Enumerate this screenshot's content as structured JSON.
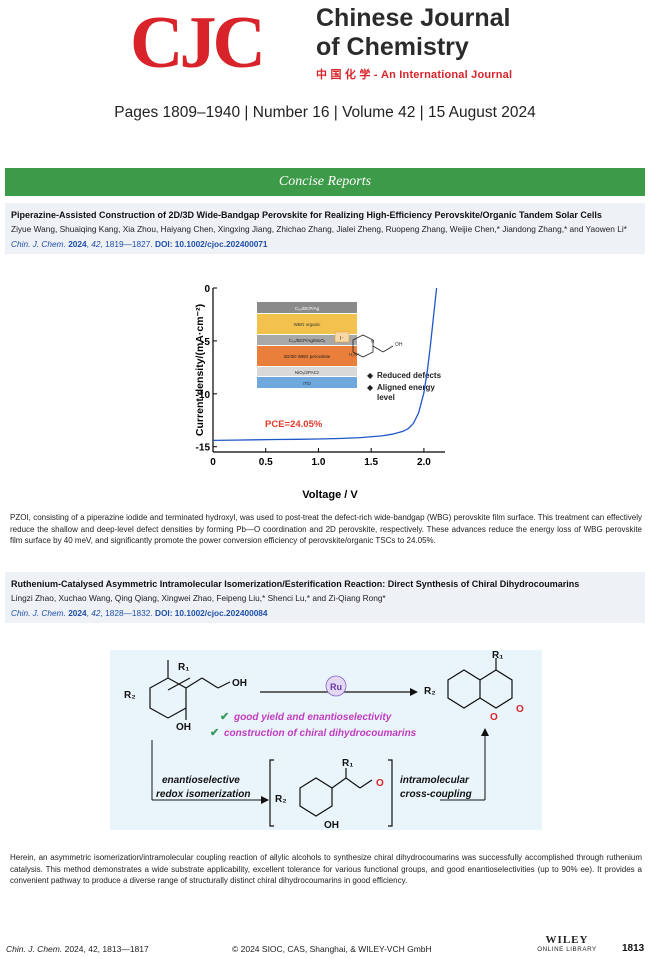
{
  "masthead": {
    "logo": "CJC",
    "journal_line1": "Chinese Journal",
    "journal_line2": "of Chemistry",
    "subtitle": "中 国 化 学 - An International Journal",
    "issue_line": "Pages 1809–1940 | Number 16 | Volume 42 | 15 August 2024"
  },
  "section": {
    "title": "Concise Reports"
  },
  "article1": {
    "title": "Piperazine-Assisted Construction of 2D/3D Wide-Bandgap Perovskite for Realizing High-Efficiency Perovskite/Organic Tandem Solar Cells",
    "authors": "Ziyue Wang, Shuaiqing Kang, Xia Zhou, Haiyang Chen, Xingxing Jiang, Zhichao Zhang, Jialei Zheng, Ruopeng Zhang, Weijie Chen,* Jiandong Zhang,* and Yaowen Li*",
    "journal": "Chin. J. Chem.",
    "year": "2024",
    "volume": "42",
    "pages": "1819—1827.",
    "doi": "DOI: 10.1002/cjoc.202400071",
    "abstract": "PZOI, consisting of a piperazine iodide and terminated hydroxyl, was used to post-treat the defect-rich wide-bandgap (WBG) perovskite film surface. This treatment can effectively reduce the shallow and deep-level defect densities by forming Pb—O coordination and 2D perovskite, respectively. These advances reduce the energy loss of WBG perovskite film surface by 40 meV, and significantly promote the power conversion efficiency of perovskite/organic TSCs to 24.05%."
  },
  "figure1": {
    "stack_layers": [
      "C₆₀/BCP/Ag",
      "WBG organic",
      "C₆₀/BCP/Ag/MoOₓ",
      "2D/3D WBG perovskite",
      "NiOₓ/2PACz",
      "ITO"
    ],
    "legend": [
      "Reduced defects",
      "Aligned energy",
      "level"
    ],
    "pce_label": "PCE=24.05%",
    "molecule_labels": [
      "I⁻",
      "H₂N⁺",
      "N",
      "OH"
    ]
  },
  "chart_data": {
    "type": "line",
    "title": "",
    "xlabel": "Voltage / V",
    "ylabel": "Current density/(mA·cm⁻²)",
    "xlim": [
      0,
      2.2
    ],
    "ylim": [
      -15.5,
      0
    ],
    "xticks": [
      "0",
      "0.5",
      "1.0",
      "1.5",
      "2.0"
    ],
    "yticks": [
      "0",
      "-5",
      "-10",
      "-15"
    ],
    "series": [
      {
        "color": "#1f57c7",
        "x": [
          0.0,
          0.2,
          0.4,
          0.6,
          0.8,
          1.0,
          1.2,
          1.4,
          1.6,
          1.7,
          1.8,
          1.85,
          1.9,
          1.95,
          2.0,
          2.03,
          2.06,
          2.09,
          2.12
        ],
        "y": [
          -14.4,
          -14.38,
          -14.35,
          -14.32,
          -14.3,
          -14.27,
          -14.22,
          -14.14,
          -13.98,
          -13.82,
          -13.55,
          -13.3,
          -12.8,
          -11.8,
          -9.9,
          -8.0,
          -5.6,
          -2.8,
          0.0
        ]
      }
    ]
  },
  "article2": {
    "title": "Ruthenium-Catalysed Asymmetric Intramolecular Isomerization/Esterification Reaction: Direct Synthesis of Chiral Dihydrocoumarins",
    "authors": "Lingzi Zhao, Xuchao Wang, Qing Qiang, Xingwei Zhao, Feipeng Liu,* Shenci Lu,* and Zi-Qiang Rong*",
    "journal": "Chin. J. Chem.",
    "year": "2024",
    "volume": "42",
    "pages": "1828—1832.",
    "doi": "DOI: 10.1002/cjoc.202400084",
    "abstract": "Herein, an asymmetric isomerization/intramolecular coupling reaction of allylic alcohols to synthesize chiral dihydrocoumarins was successfully accomplished through ruthenium catalysis. This method demonstrates a wide substrate applicability, excellent tolerance for various functional groups, and good enantioselectivities (up to 90% ee). It provides a convenient pathway to produce a diverse range of structurally distinct chiral dihydrocoumarins in good efficiency."
  },
  "figure2": {
    "catalyst": "Ru",
    "benefit1": "good yield and enantioselectivity",
    "benefit2": "construction of chiral dihydrocoumarins",
    "step1_line1": "enantioselective",
    "step1_line2": "redox isomerization",
    "step2_line1": "intramolecular",
    "step2_line2": "cross-coupling",
    "r1": "R₁",
    "r2": "R₂",
    "oh": "OH",
    "o": "O"
  },
  "footer": {
    "citation_journal": "Chin. J. Chem.",
    "citation_rest": "2024, 42, 1813—1817",
    "copyright": "© 2024 SIOC, CAS, Shanghai, & WILEY-VCH GmbH",
    "wiley_top": "WILEY",
    "wiley_bottom": "ONLINE LIBRARY",
    "page_number": "1813"
  },
  "colors": {
    "brand_red": "#d8232a",
    "banner_green": "#3d9a48",
    "link_blue": "#1f4fa8",
    "highlight_magenta": "#c23bbf",
    "check_green": "#3a9a5c"
  }
}
